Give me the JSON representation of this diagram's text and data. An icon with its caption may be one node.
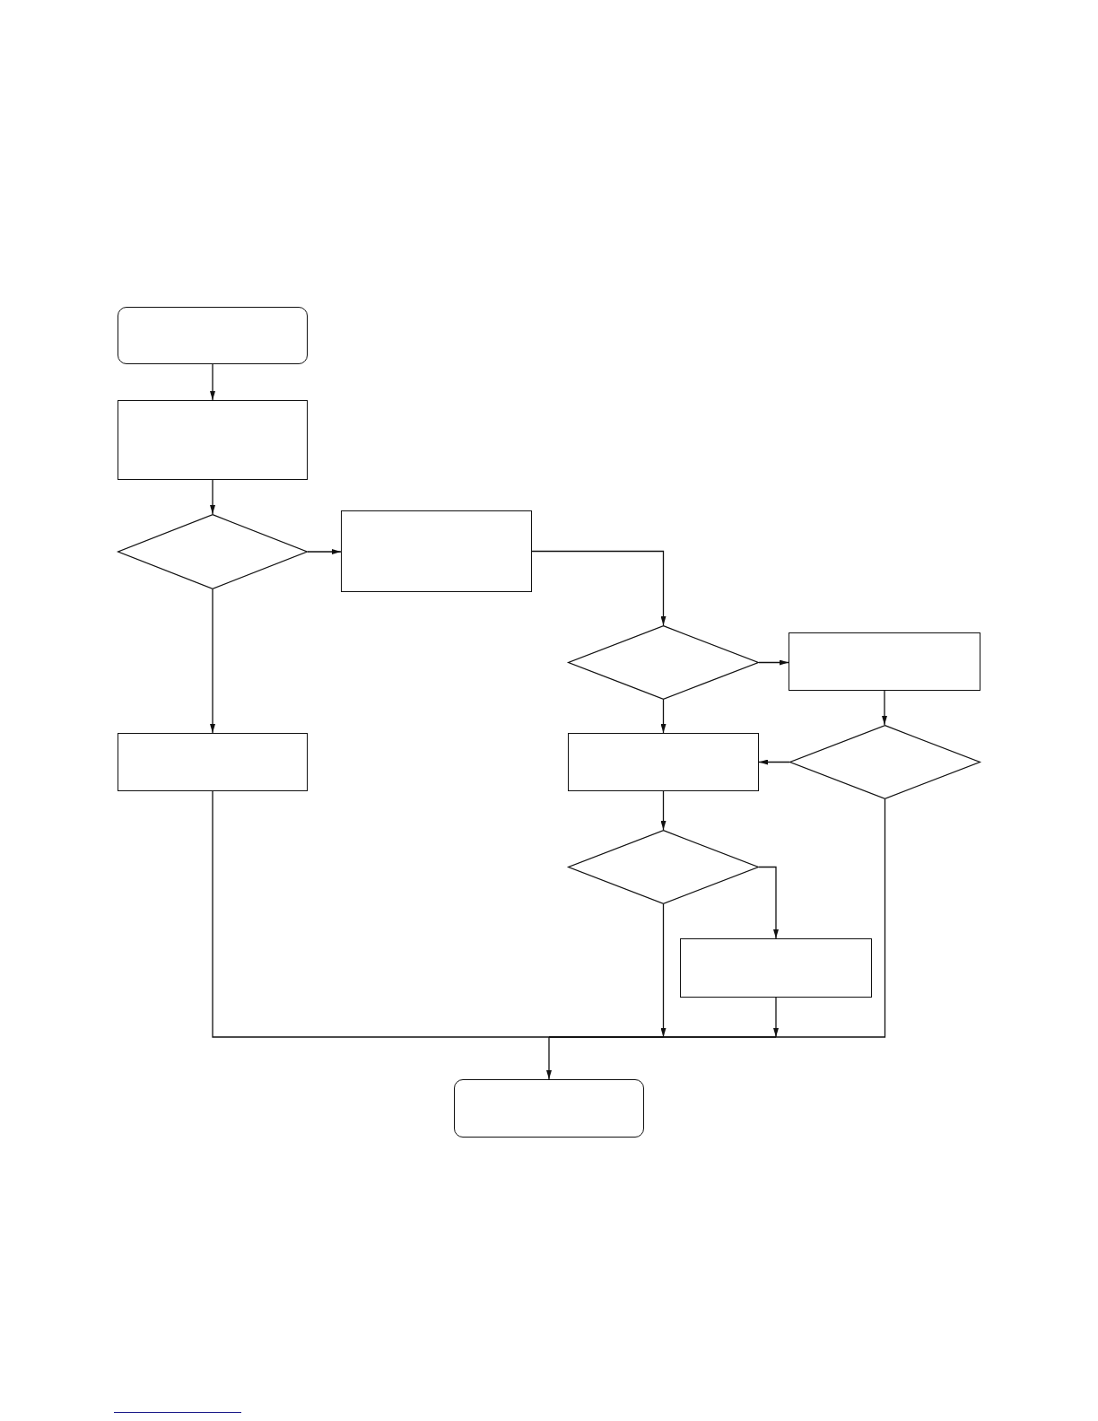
{
  "diagram": {
    "nodes": [
      {
        "text": [],
        "shape": "rounded-box"
      },
      {
        "text": [],
        "shape": "box"
      },
      {
        "text": [],
        "shape": "diamond"
      },
      {
        "text": [],
        "shape": "box"
      },
      {
        "text": [],
        "shape": "diamond"
      },
      {
        "text": [],
        "shape": "box"
      },
      {
        "text": [],
        "shape": "box"
      },
      {
        "text": [],
        "shape": "box"
      },
      {
        "text": [],
        "shape": "diamond"
      },
      {
        "text": [],
        "shape": "diamond"
      },
      {
        "text": [],
        "shape": "box"
      },
      {
        "text": [],
        "shape": "rounded-box"
      }
    ],
    "edges": [
      {
        "from": 0,
        "to": 1,
        "arrow": "to"
      },
      {
        "from": 1,
        "to": 2,
        "arrow": "to"
      },
      {
        "from": 2,
        "to": 3,
        "arrow": "to"
      },
      {
        "from": 2,
        "to": 6,
        "arrow": "to"
      },
      {
        "from": 3,
        "to": 4,
        "arrow": "to"
      },
      {
        "from": 4,
        "to": 5,
        "arrow": "to"
      },
      {
        "from": 4,
        "to": 7,
        "arrow": "to"
      },
      {
        "from": 5,
        "to": 8,
        "arrow": "to"
      },
      {
        "from": 8,
        "to": 7,
        "arrow": "to"
      },
      {
        "from": 7,
        "to": 9,
        "arrow": "to"
      },
      {
        "from": 9,
        "to": 10,
        "arrow": "to"
      },
      {
        "from": 6,
        "to": 11,
        "arrow": "to"
      },
      {
        "from": 9,
        "to": 11,
        "arrow": "to"
      },
      {
        "from": 10,
        "to": 11,
        "arrow": "to"
      },
      {
        "from": 8,
        "to": 11,
        "arrow": "to"
      }
    ]
  }
}
